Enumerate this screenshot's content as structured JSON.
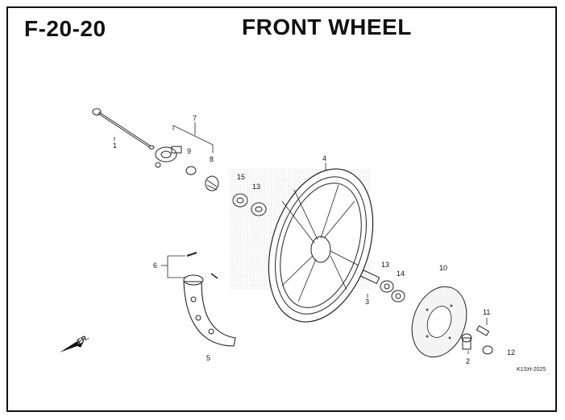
{
  "header": {
    "code": "F-20-20",
    "title": "FRONT WHEEL"
  },
  "callouts": [
    "1",
    "2",
    "3",
    "4",
    "5",
    "6",
    "7",
    "8",
    "9",
    "10",
    "11",
    "12",
    "13",
    "13",
    "14",
    "15"
  ],
  "direction_label": "FR.",
  "footer_code": "K1SH-2025"
}
